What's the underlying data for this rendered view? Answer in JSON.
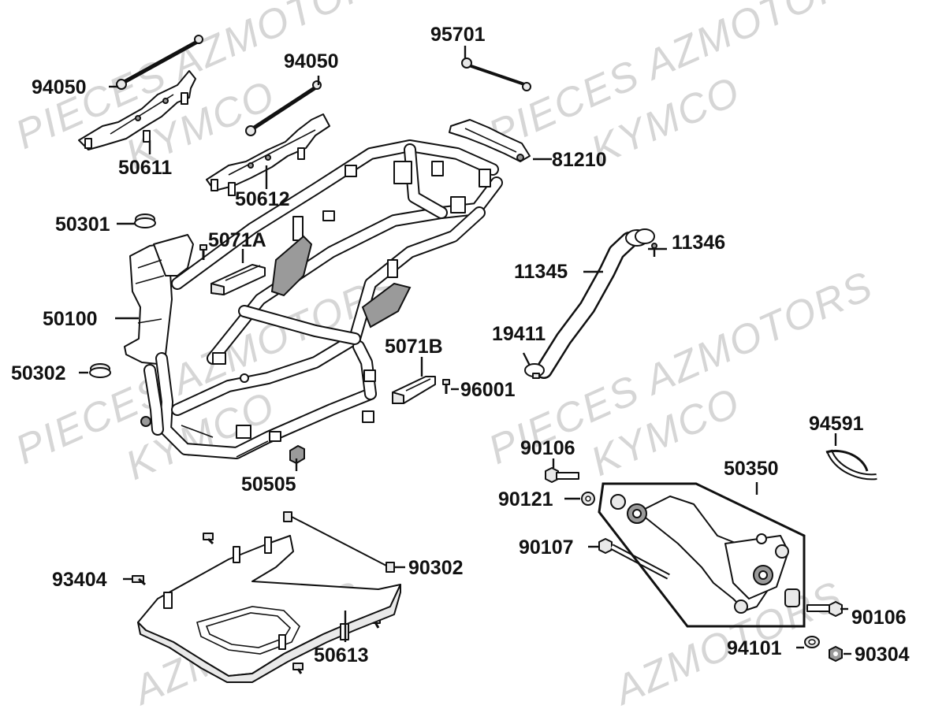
{
  "watermarks": [
    {
      "text": "PIECES AZMOTORS"
    },
    {
      "text": "KYMCO"
    },
    {
      "text": "PIECES AZMOTORS"
    },
    {
      "text": "KYMCO"
    },
    {
      "text": "PIECES AZMOTORS"
    },
    {
      "text": "KYMCO"
    },
    {
      "text": "PIECES AZMOTORS"
    },
    {
      "text": "KYMCO"
    },
    {
      "text": "AZMOTORS"
    },
    {
      "text": "AZMOTORS"
    }
  ],
  "labels": {
    "p94050a": "94050",
    "p94050b": "94050",
    "p95701": "95701",
    "p50611": "50611",
    "p50612": "50612",
    "p81210": "81210",
    "p50301": "50301",
    "p5071A": "5071A",
    "p11346": "11346",
    "p11345": "11345",
    "p50100": "50100",
    "p19411": "19411",
    "p5071B": "5071B",
    "p50302": "50302",
    "p96001": "96001",
    "p94591": "94591",
    "p90106a": "90106",
    "p50350": "50350",
    "p50505": "50505",
    "p90121": "90121",
    "p90107": "90107",
    "p93404": "93404",
    "p90302": "90302",
    "p90106b": "90106",
    "p94101": "94101",
    "p90304": "90304",
    "p50613": "50613"
  }
}
